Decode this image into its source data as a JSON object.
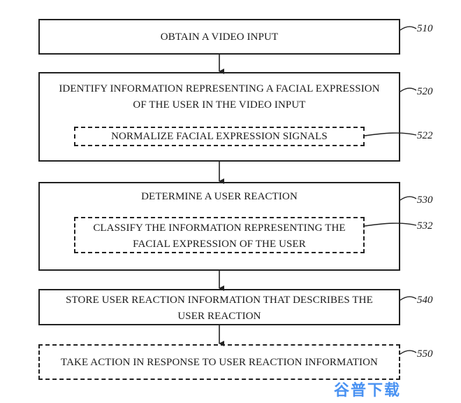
{
  "steps": {
    "s510": {
      "ref": "510",
      "text": "OBTAIN A VIDEO INPUT"
    },
    "s520": {
      "ref": "520",
      "line1": "IDENTIFY INFORMATION REPRESENTING A FACIAL EXPRESSION",
      "line2": "OF THE USER IN THE VIDEO INPUT",
      "sub": {
        "ref": "522",
        "text": "NORMALIZE FACIAL EXPRESSION SIGNALS"
      }
    },
    "s530": {
      "ref": "530",
      "text": "DETERMINE A USER REACTION",
      "sub": {
        "ref": "532",
        "line1": "CLASSIFY THE INFORMATION REPRESENTING THE",
        "line2": "FACIAL EXPRESSION OF THE USER"
      }
    },
    "s540": {
      "ref": "540",
      "line1": "STORE USER REACTION INFORMATION THAT DESCRIBES THE",
      "line2": "USER REACTION"
    },
    "s550": {
      "ref": "550",
      "text": "TAKE ACTION IN RESPONSE TO USER REACTION INFORMATION"
    }
  },
  "watermark": "谷普下载",
  "colors": {
    "line": "#222222",
    "watermark": "#2a7ff0"
  }
}
